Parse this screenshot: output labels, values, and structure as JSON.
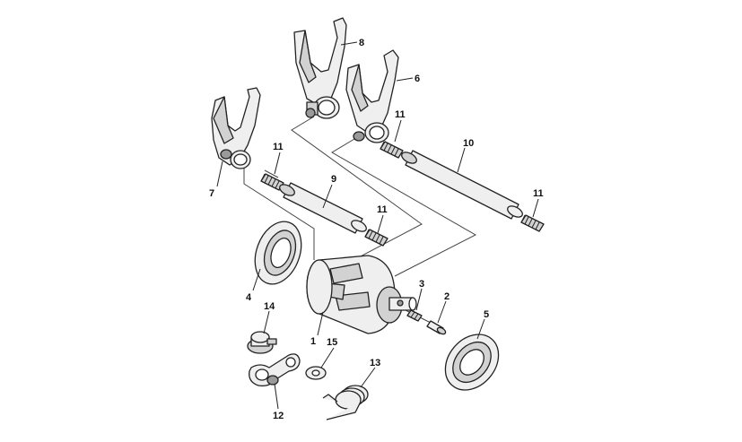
{
  "callouts": {
    "c1": "1",
    "c2": "2",
    "c3": "3",
    "c4": "4",
    "c5": "5",
    "c6": "6",
    "c7": "7",
    "c8": "8",
    "c9": "9",
    "c10": "10",
    "c11a": "11",
    "c11b": "11",
    "c11c": "11",
    "c11d": "11",
    "c12": "12",
    "c13": "13",
    "c14": "14",
    "c15": "15"
  }
}
